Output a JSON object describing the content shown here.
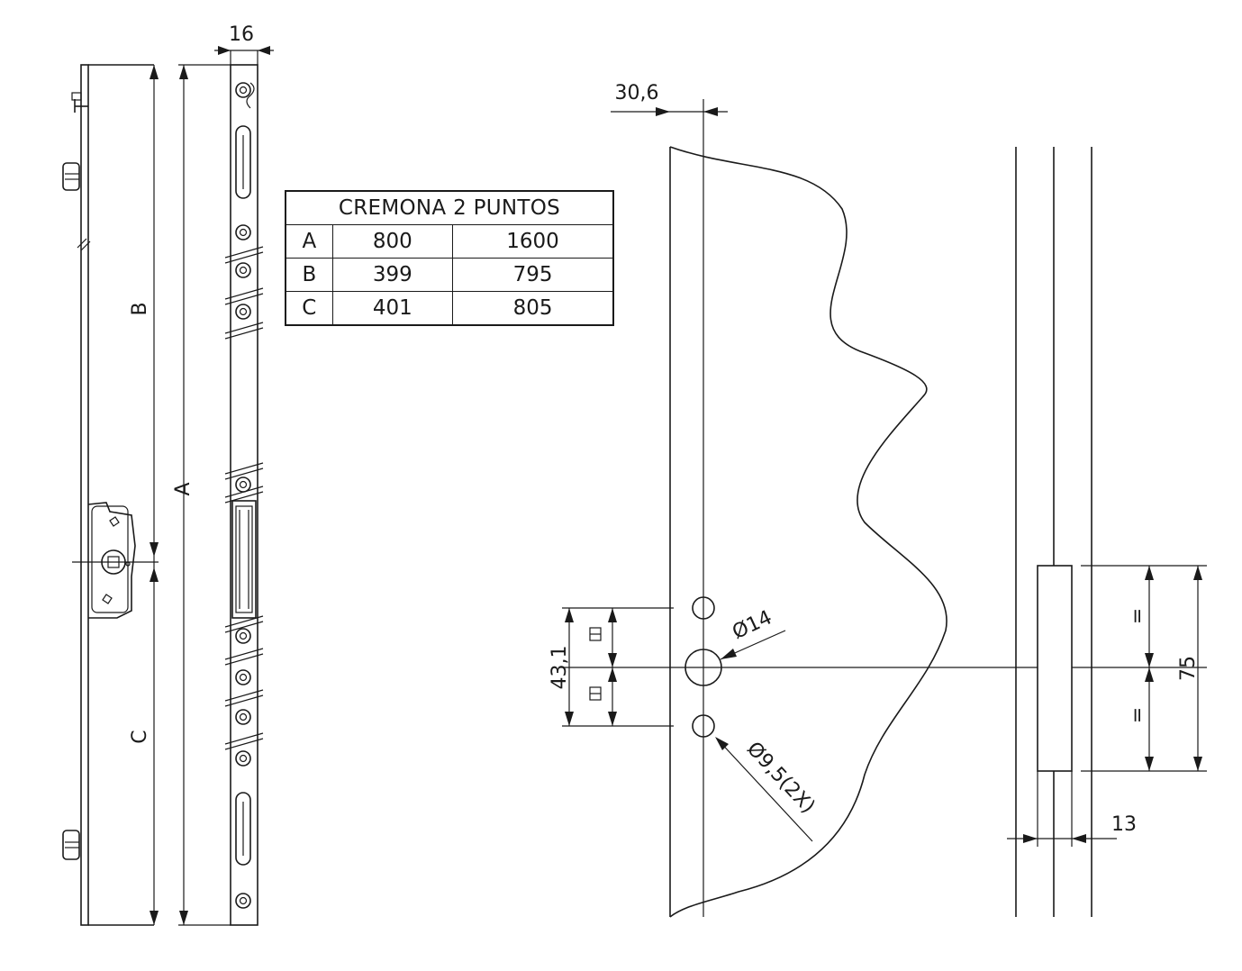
{
  "table": {
    "title": "CREMONA 2 PUNTOS",
    "rows": [
      {
        "label": "A",
        "v1": "800",
        "v2": "1600"
      },
      {
        "label": "B",
        "v1": "399",
        "v2": "795"
      },
      {
        "label": "C",
        "v1": "401",
        "v2": "805"
      }
    ]
  },
  "dims": {
    "width_16": "16",
    "label_a": "A",
    "label_b": "B",
    "label_c": "C",
    "offset_30_6": "30,6",
    "spacing_43_1": "43,1",
    "hole_14": "Ø14",
    "hole_9_5": "Ø9,5(2X)",
    "height_75": "75",
    "equal_top": "=",
    "equal_bottom": "=",
    "width_13": "13"
  }
}
